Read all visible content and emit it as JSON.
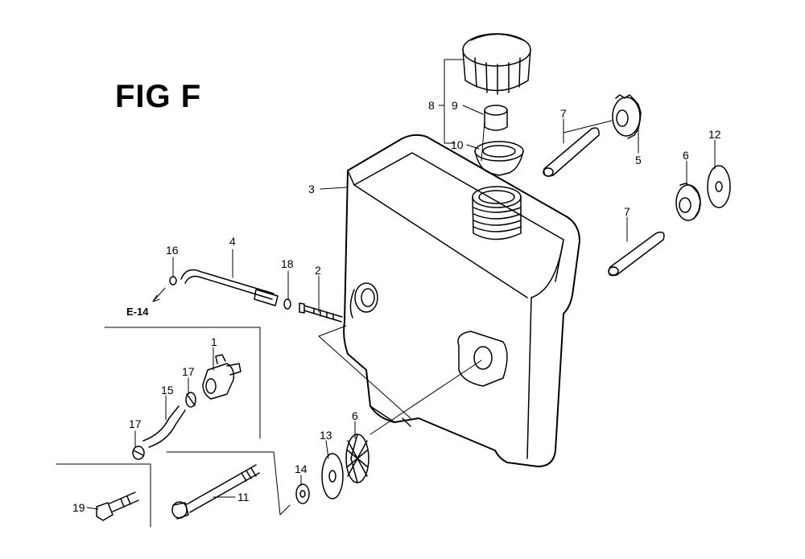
{
  "figure": {
    "title": "FIG F",
    "reference": "E-14"
  },
  "callouts": {
    "c1": "1",
    "c2": "2",
    "c3": "3",
    "c4": "4",
    "c5": "5",
    "c6a": "6",
    "c6b": "6",
    "c7a": "7",
    "c7b": "7",
    "c8": "8",
    "c9": "9",
    "c10": "10",
    "c11": "11",
    "c12": "12",
    "c13": "13",
    "c14": "14",
    "c15": "15",
    "c16": "16",
    "c17a": "17",
    "c17b": "17",
    "c18": "18",
    "c19": "19"
  }
}
